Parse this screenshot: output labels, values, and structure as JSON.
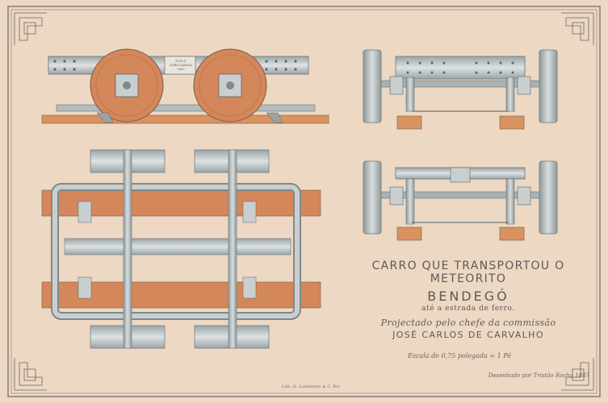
{
  "title": {
    "line1": "CARRO QUE TRANSPORTOU O METEORITO",
    "line2": "BENDEGÓ",
    "line3": "até a estrada de ferro.",
    "line4": "Projectado pelo chefe da commissão",
    "line5": "JOSÉ CARLOS DE CARVALHO"
  },
  "scale_note": "Escala de 0,75 polegada = 1 Pé",
  "drawn_by": "Desenhado por Tristão Rocha 1887",
  "printer": "Lith. H. Lombaerts & C. Rio",
  "axle_plate": {
    "line1": "E.F.D.P.",
    "line2": "SOROCABANA",
    "line3": "1883"
  },
  "colors": {
    "paper": "#ecd8c3",
    "wood": "#d4875a",
    "iron": "#bfc6c7",
    "ink": "#5e5a58"
  }
}
